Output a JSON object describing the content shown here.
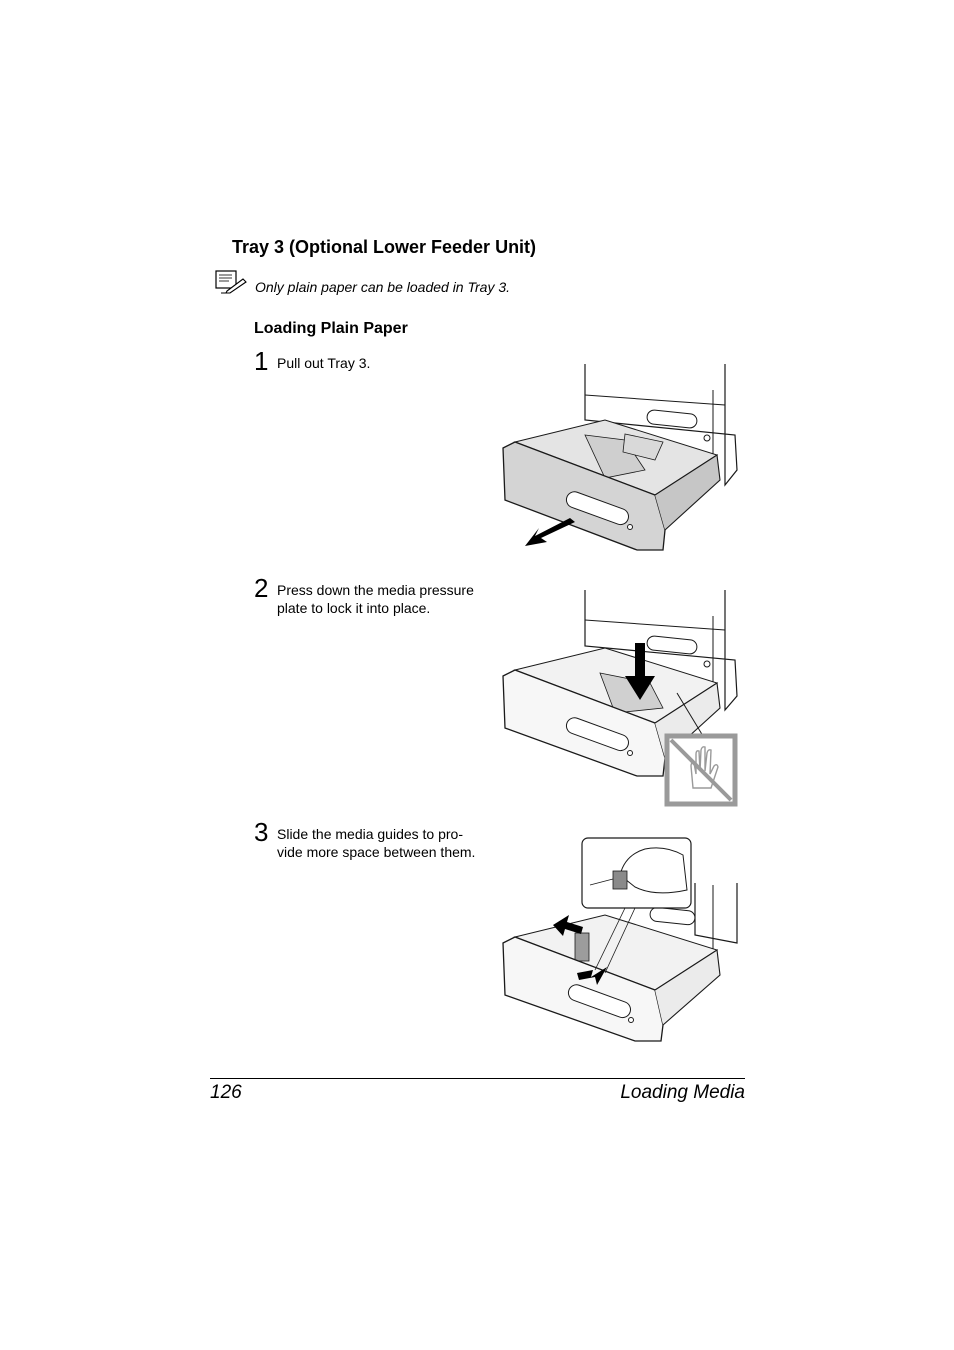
{
  "section": {
    "title": "Tray 3 (Optional Lower Feeder Unit)",
    "note": "Only plain paper can be loaded in Tray 3."
  },
  "procedure": {
    "title": "Loading Plain Paper",
    "steps": [
      {
        "number": "1",
        "lines": [
          "Pull out Tray 3."
        ]
      },
      {
        "number": "2",
        "lines": [
          "Press down the media pressure",
          "plate to lock it into place."
        ]
      },
      {
        "number": "3",
        "lines": [
          "Slide the media guides to pro-",
          "vide more space between them."
        ]
      }
    ]
  },
  "footer": {
    "page_number": "126",
    "chapter": "Loading Media"
  },
  "icons": {
    "note": "note-pencil-icon",
    "pull_arrow": "arrow-down-left-icon",
    "press_arrow": "arrow-down-icon",
    "no_touch": "no-hand-icon",
    "slide_arrows": "double-arrow-icon"
  },
  "colors": {
    "tray_fill": "#d4d4d4",
    "outline": "#1a1a1a",
    "warning_frame": "#9a9a9a"
  }
}
